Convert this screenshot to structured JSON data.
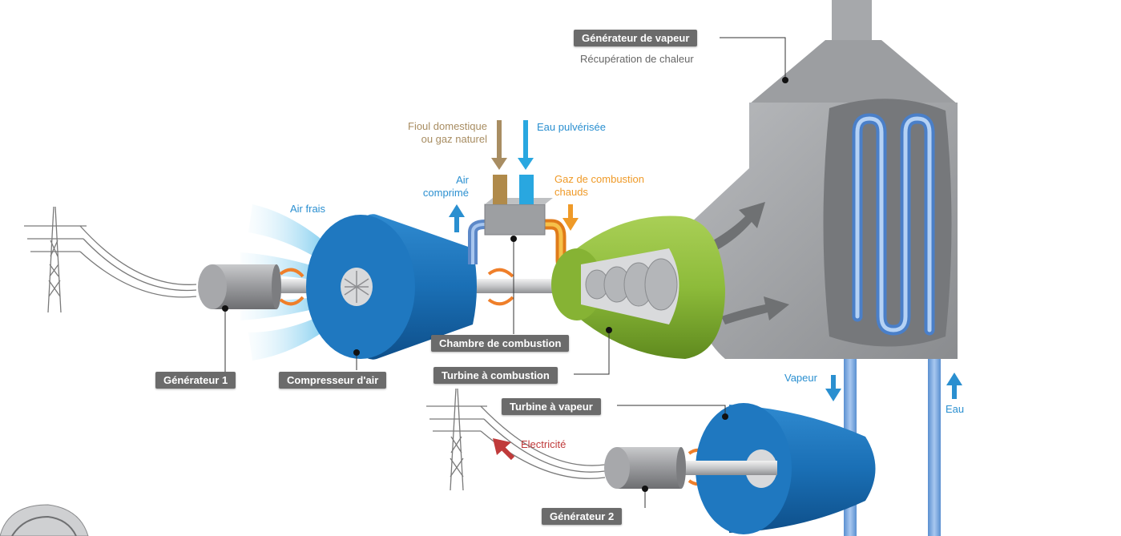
{
  "labels": {
    "generateur_vapeur": "Générateur de vapeur",
    "recuperation_chaleur": "Récupération de chaleur",
    "fioul_line1": "Fioul domestique",
    "fioul_line2": "ou gaz naturel",
    "eau_pulverisee": "Eau pulvérisée",
    "air_line1": "Air",
    "air_line2": "comprimé",
    "gaz_line1": "Gaz de combustion",
    "gaz_line2": "chauds",
    "air_frais": "Air frais",
    "chambre_combustion": "Chambre de combustion",
    "turbine_combustion": "Turbine à combustion",
    "generateur_1": "Générateur 1",
    "compresseur_air": "Compresseur d'air",
    "turbine_vapeur": "Turbine à vapeur",
    "vapeur": "Vapeur",
    "eau": "Eau",
    "electricite": "Electricité",
    "generateur_2": "Générateur 2"
  },
  "colors": {
    "compressor_blue": "#1a6fb5",
    "turbine_green": "#8dbb3a",
    "boiler_grey": "#9c9ea1",
    "label_bg": "#6b6b6b",
    "arrow_blue": "#2a8fd0",
    "arrow_orange": "#ef9a28",
    "arrow_red": "#c03a3a"
  }
}
